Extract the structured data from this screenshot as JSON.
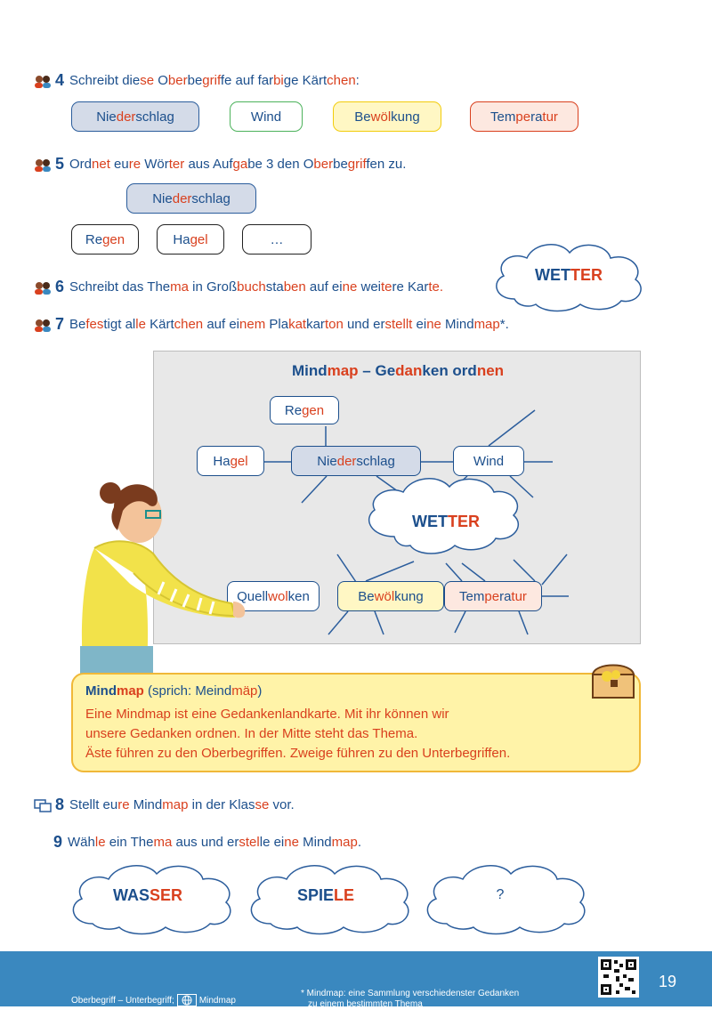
{
  "tasks": {
    "t4": {
      "num": "4",
      "text_a": "Schreibt die",
      "text_b": "se",
      "text_c": " O",
      "text_d": "ber",
      "text_e": "be",
      "text_f": "grif",
      "text_g": "fe auf far",
      "text_h": "bi",
      "text_i": "ge Kärt",
      "text_j": "chen",
      "text_k": ":"
    },
    "t5": {
      "num": "5",
      "text_a": "Ord",
      "text_b": "net",
      "text_c": " eu",
      "text_d": "re",
      "text_e": " Wör",
      "text_f": "ter",
      "text_g": " aus Auf",
      "text_h": "ga",
      "text_i": "be 3 den O",
      "text_j": "ber",
      "text_k": "be",
      "text_l": "grif",
      "text_m": "fen zu."
    },
    "t6": {
      "num": "6",
      "text_a": "Schreibt das The",
      "text_b": "ma",
      "text_c": " in Groß",
      "text_d": "buch",
      "text_e": "sta",
      "text_f": "ben",
      "text_g": " auf ei",
      "text_h": "ne",
      "text_i": " wei",
      "text_j": "te",
      "text_k": "re Kar",
      "text_l": "te."
    },
    "t7": {
      "num": "7",
      "text_a": "Be",
      "text_b": "fes",
      "text_c": "tigt al",
      "text_d": "le",
      "text_e": " Kärt",
      "text_f": "chen",
      "text_g": " auf ei",
      "text_h": "nem",
      "text_i": " Pla",
      "text_j": "kat",
      "text_k": "kar",
      "text_l": "ton",
      "text_m": " und er",
      "text_n": "stellt",
      "text_o": " ei",
      "text_p": "ne",
      "text_q": " Mind",
      "text_r": "map",
      "text_s": "*."
    },
    "t8": {
      "num": "8",
      "text_a": "Stellt eu",
      "text_b": "re",
      "text_c": " Mind",
      "text_d": "map",
      "text_e": " in der Klas",
      "text_f": "se",
      "text_g": " vor."
    },
    "t9": {
      "num": "9",
      "text_a": "Wäh",
      "text_b": "le",
      "text_c": " ein The",
      "text_d": "ma",
      "text_e": " aus und er",
      "text_f": "stel",
      "text_g": "le ei",
      "text_h": "ne",
      "text_i": " Mind",
      "text_j": "map",
      "text_k": "."
    }
  },
  "categories": {
    "c1": {
      "a": "Nie",
      "b": "der",
      "c": "schlag"
    },
    "c2": {
      "a": "Wind"
    },
    "c3": {
      "a": "Be",
      "b": "wöl",
      "c": "kung"
    },
    "c4": {
      "a": "Tem",
      "b": "pe",
      "c": "ra",
      "d": "tur"
    }
  },
  "assign": {
    "head": {
      "a": "Nie",
      "b": "der",
      "c": "schlag"
    },
    "w1": {
      "a": "Re",
      "b": "gen"
    },
    "w2": {
      "a": "Ha",
      "b": "gel"
    },
    "w3": "…"
  },
  "wetter_cloud": {
    "a": "WET",
    "b": "TER"
  },
  "mindmap": {
    "title_a": "Mind",
    "title_b": "map",
    "title_c": " – Ge",
    "title_d": "dan",
    "title_e": "ken ord",
    "title_f": "nen",
    "regen_a": "Re",
    "regen_b": "gen",
    "hagel_a": "Ha",
    "hagel_b": "gel",
    "nieder_a": "Nie",
    "nieder_b": "der",
    "nieder_c": "schlag",
    "wind": "Wind",
    "center_a": "WET",
    "center_b": "TER",
    "quell_a": "Quell",
    "quell_b": "wol",
    "quell_c": "ken",
    "bew_a": "Be",
    "bew_b": "wöl",
    "bew_c": "kung",
    "temp_a": "Tem",
    "temp_b": "pe",
    "temp_c": "ra",
    "temp_d": "tur"
  },
  "info": {
    "title_a": "Mind",
    "title_b": "map",
    "title_c": " (sprich: Meind",
    "title_d": "mäp",
    "title_e": ")",
    "l1": "Eine Mindmap ist eine Gedankenlandkarte. Mit ihr können wir",
    "l2": "unsere Gedanken ordnen. In der Mitte steht das Thema.",
    "l3": "Äste führen zu den Oberbegriffen. Zweige führen zu den Unterbegriffen."
  },
  "clouds": {
    "wasser_a": "WAS",
    "wasser_b": "SER",
    "spiele_a": "SPIE",
    "spiele_b": "LE",
    "q": "?"
  },
  "footer": {
    "left_a": "Oberbegriff – Unterbegriff;",
    "left_b": "Mindmap",
    "note_1": "* Mindmap: eine Sammlung verschiedenster Gedanken",
    "note_2": "zu einem bestimmten Thema",
    "page": "19"
  },
  "colors": {
    "blue": "#1c4f8c",
    "red": "#d9401e",
    "footer": "#3a88bf"
  }
}
